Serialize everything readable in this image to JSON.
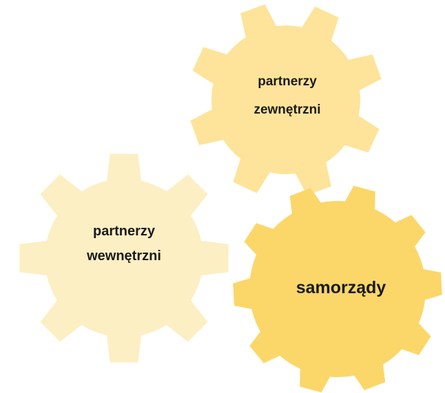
{
  "gears": {
    "external": {
      "line1": "partnerzy",
      "line2": "zewnętrzni",
      "color": "#fde49a"
    },
    "internal": {
      "line1": "partnerzy",
      "line2": "wewnętrzni",
      "color": "#fdefc4"
    },
    "government": {
      "line1": "samorządy",
      "color": "#fbd76a"
    }
  }
}
